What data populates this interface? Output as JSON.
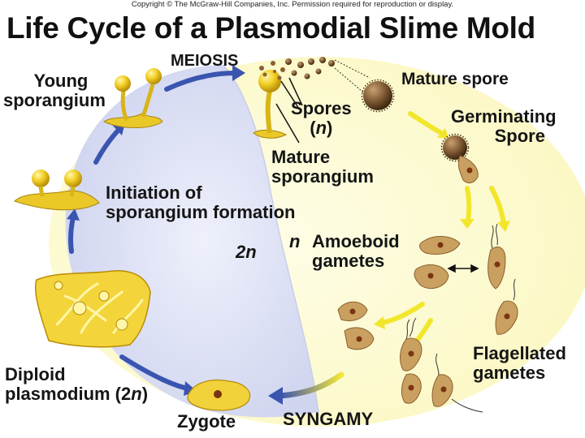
{
  "copyright": "Copyright © The McGraw-Hill Companies, Inc. Permission required for reproduction or display.",
  "title": "Life Cycle of a Plasmodial Slime Mold",
  "labels": {
    "meiosis": "MEIOSIS",
    "mature_spore": "Mature spore",
    "young_sporangium_1": "Young",
    "young_sporangium_2": "sporangium",
    "spores_1": "Spores",
    "spores_n": "n",
    "mature_sporangium_1": "Mature",
    "mature_sporangium_2": "sporangium",
    "germinating_spore_1": "Germinating",
    "germinating_spore_2": "Spore",
    "initiation_1": "Initiation of",
    "initiation_2": "sporangium formation",
    "ploidy_diploid": "2n",
    "ploidy_haploid": "n",
    "amoeboid_1": "Amoeboid",
    "amoeboid_2": "gametes",
    "flagellated_1": "Flagellated",
    "flagellated_2": "gametes",
    "diploid_1": "Diploid",
    "diploid_2_prefix": "plasmodium (2",
    "diploid_2_n": "n",
    "diploid_2_suffix": ")",
    "zygote": "Zygote",
    "syngamy": "SYNGAMY"
  },
  "colors": {
    "diploid_region": "#d9ddf3",
    "haploid_region": "#fdfbd2",
    "arrow_blue": "#3a55b0",
    "arrow_yellow": "#f2e62c",
    "organism_yellow": "#f2cf25",
    "spore_brown": "#7a5530",
    "gamete_tan": "#caa060",
    "nucleus": "#7a3410"
  }
}
